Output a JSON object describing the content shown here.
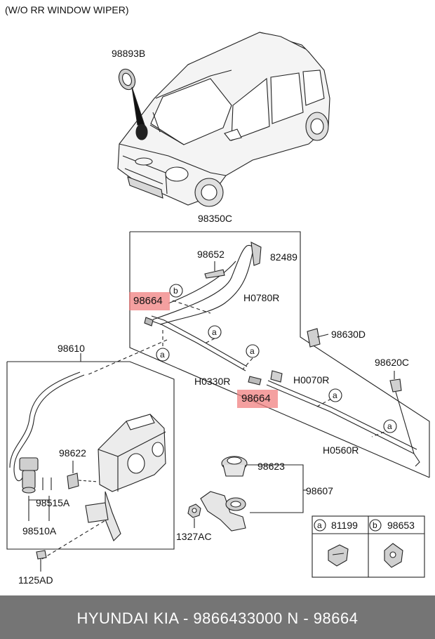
{
  "header_note": "(W/O RR WINDOW WIPER)",
  "labels": {
    "grommet": "98893B",
    "hose_assy": "98350C",
    "connector": "98652",
    "nozzle_clip": "82489",
    "hose_h0780r": "H0780R",
    "nozzle_98630d": "98630D",
    "hose_h0330r": "H0330R",
    "hose_h0070r": "H0070R",
    "nozzle_98620c": "98620C",
    "hose_h0560r": "H0560R",
    "reservoir_assy": "98610",
    "motor_pump": "98515A",
    "motor_assy": "98510A",
    "packing": "98622",
    "cap": "98623",
    "filler_assy": "98607",
    "nut": "1327AC",
    "bolt": "1125AD"
  },
  "callouts": {
    "a": "a",
    "b": "b"
  },
  "highlighted": {
    "upper": "98664",
    "lower": "98664"
  },
  "legend": {
    "a_part": "81199",
    "b_part": "98653"
  },
  "footer": "HYUNDAI  KIA - 9866433000     N - 98664",
  "colors": {
    "highlight": "#f08080",
    "footer_bg": "#757575"
  }
}
